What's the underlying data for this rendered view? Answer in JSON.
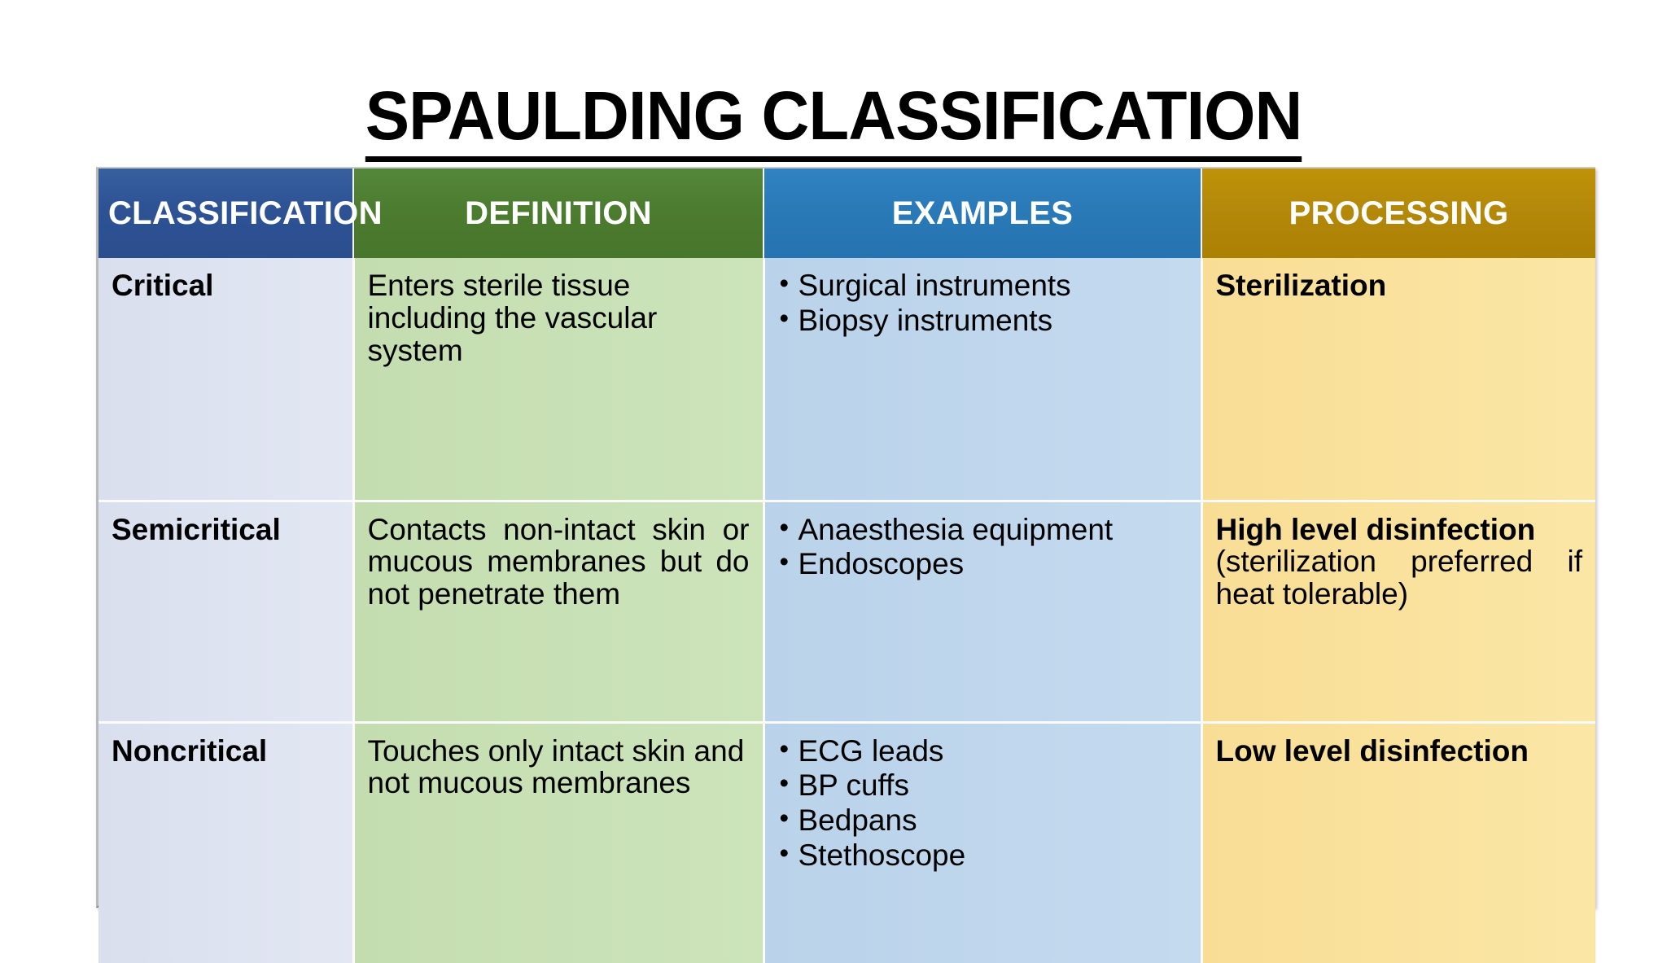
{
  "slide": {
    "title": "SPAULDING CLASSIFICATION",
    "background_color": "#ffffff"
  },
  "table": {
    "headers": [
      {
        "label": "CLASSIFICATION",
        "color": "#2e5395"
      },
      {
        "label": "DEFINITION",
        "color": "#4c7c2f"
      },
      {
        "label": "EXAMPLES",
        "color": "#2a7ab8"
      },
      {
        "label": "PROCESSING",
        "color": "#b4890a"
      }
    ],
    "body_colors": {
      "classification": "#dfe4f1",
      "definition": "#c9e1b6",
      "examples": "#c0d7ed",
      "processing": "#fae39f"
    },
    "rows": [
      {
        "classification": "Critical",
        "definition": "Enters sterile tissue including the vascular system",
        "examples": [
          "Surgical instruments",
          "Biopsy instruments"
        ],
        "processing_main": "Sterilization",
        "processing_note": ""
      },
      {
        "classification": "Semicritical",
        "definition": "Contacts non-intact skin or mucous membranes but do not penetrate them",
        "examples": [
          "Anaesthesia equipment",
          "Endoscopes"
        ],
        "processing_main": "High level disinfection",
        "processing_note": "(sterilization preferred if heat tolerable)"
      },
      {
        "classification": "Noncritical",
        "definition": "Touches only intact skin and not mucous membranes",
        "examples": [
          "ECG leads",
          "BP cuffs",
          "Bedpans",
          "Stethoscope"
        ],
        "processing_main": "Low level disinfection",
        "processing_note": ""
      }
    ],
    "bullet_glyph": "•"
  }
}
